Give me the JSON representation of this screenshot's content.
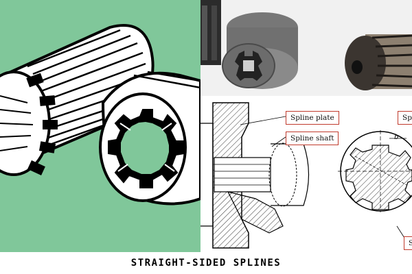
{
  "caption": "STRAIGHT-SIDED SPLINES",
  "labels": {
    "spline_plate": "Spline plate",
    "spline_shaft": "Spline shaft",
    "clipped_top": "Spl",
    "clipped_bottom": "S",
    "dim_b": "b"
  },
  "colors": {
    "left_background": "#80c79a",
    "label_border": "#c0392b",
    "photo_background": "#f1f1f1"
  }
}
